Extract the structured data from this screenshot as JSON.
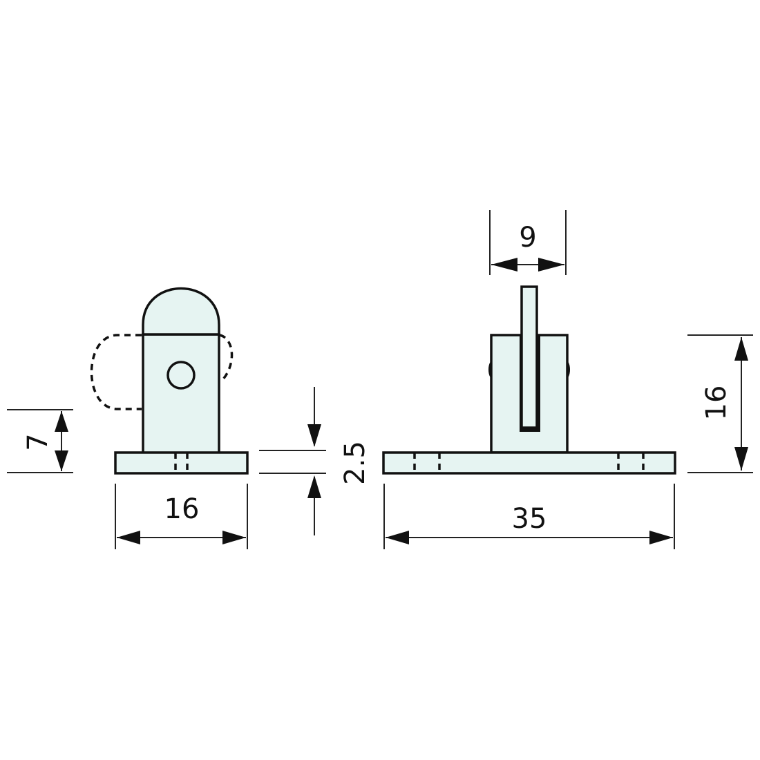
{
  "drawing": {
    "type": "technical dimension drawing",
    "units": "mm",
    "colors": {
      "part_fill": "#e6f4f2",
      "outline": "#111111",
      "dimension_line": "#222222",
      "background": "#ffffff"
    },
    "views": [
      {
        "name": "side-view",
        "description": "bracket with domed top, pivot hole and dashed swing path, on base plate"
      },
      {
        "name": "front-view",
        "description": "bracket body with centre slot/fin on long base plate"
      }
    ]
  },
  "dimensions": {
    "side_pivot_height": {
      "value": "7",
      "label": "7"
    },
    "side_base_width": {
      "value": "16",
      "label": "16"
    },
    "base_thickness": {
      "value": "2.5",
      "label": "2.5"
    },
    "front_slot_width": {
      "value": "9",
      "label": "9"
    },
    "front_base_length": {
      "value": "35",
      "label": "35"
    },
    "front_body_height": {
      "value": "16",
      "label": "16"
    }
  }
}
